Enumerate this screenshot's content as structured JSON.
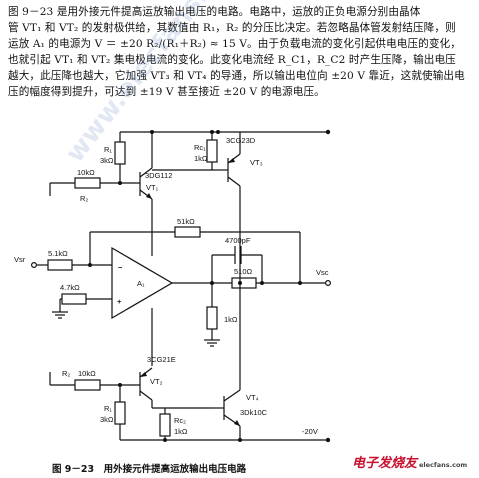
{
  "description_lines": [
    "图 9－23 是用外接元件提高运放输出电压的电路。电路中，运放的正负电源分别由晶体",
    "管 VT₁ 和 VT₂ 的发射极供给，其数值由 R₁，R₂ 的分压比决定。若忽略晶体管发射结压降，则",
    "运放 A₁ 的电源为 V ＝ ±20 R₂/(R₁＋R₂) ≈ 15 V。由于负载电流的变化引起供电电压的变化，",
    "也就引起 VT₁ 和 VT₂ 集电极电流的变化。此变化电流经 R_C1，R_C2 时产生压降，输出电压",
    "越大，此压降也越大，它加强 VT₃ 和 VT₄ 的导通，所以输出电位向 ±20 V 靠近，这就使输出电",
    "压的幅度得到提升，可达到 ±19 V 甚至接近 ±20 V 的电源电压。"
  ],
  "circuit": {
    "r1_top": {
      "name": "R₁",
      "value": "3kΩ"
    },
    "rc1": {
      "name": "Rc₁",
      "value": "1kΩ"
    },
    "r_10k_top": "10kΩ",
    "r2_top": "R₂",
    "vt1": {
      "type": "3DG112",
      "name": "VT₁"
    },
    "vt3": {
      "type": "3CG23D",
      "name": "VT₃"
    },
    "r_51k": "51kΩ",
    "cap": "4700pF",
    "r_510": "510Ω",
    "r_in": "5.1kΩ",
    "r_4k7": "4.7kΩ",
    "r_1k_load": "1kΩ",
    "vsr": "Vsr",
    "vsc": "Vsc",
    "opamp": "A₁",
    "minus": "−",
    "plus": "+",
    "vt2": {
      "type": "3CG21E",
      "name": "VT₂"
    },
    "r2_bottom": {
      "name": "R₂",
      "value": "10kΩ"
    },
    "r1_bottom": {
      "name": "R₁",
      "value": "3kΩ"
    },
    "rc2": {
      "name": "Rc₂",
      "value": "1kΩ"
    },
    "vt4": {
      "type": "3Dk10C",
      "name": "VT₄"
    },
    "neg_supply": "-20V"
  },
  "caption": "图 9－23　用外接元件提高运放输出电压电路",
  "watermark": "www.elecfans.com",
  "logo": {
    "text": "电子发烧友",
    "sub": "elecfans.com"
  },
  "colors": {
    "ink": "#111111",
    "logo": "#c8102e"
  }
}
